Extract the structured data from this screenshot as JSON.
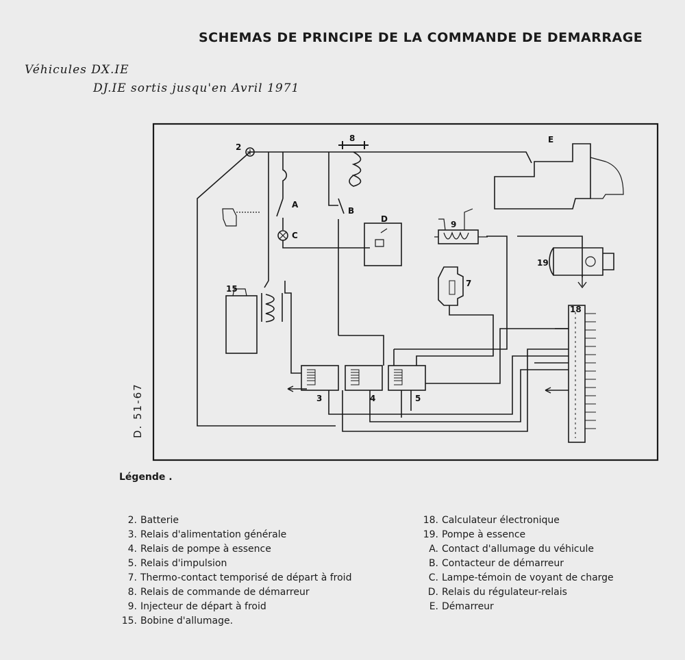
{
  "header": {
    "title": "SCHEMAS DE PRINCIPE DE LA COMMANDE DE DEMARRAGE",
    "vehicles_line1": "Véhicules DX.IE",
    "vehicles_line2": "DJ.IE sortis jusqu'en Avril 1971"
  },
  "diagram": {
    "ref": "D. 51-67",
    "labels": {
      "battery": "2",
      "relay_start": "8",
      "starter": "E",
      "switch_ignition": "A",
      "lamp": "C",
      "contact_starter": "B",
      "regulator": "D",
      "injector": "9",
      "thermo": "7",
      "pump": "19",
      "ecu": "18",
      "coil": "15",
      "relay_main": "3",
      "relay_pump": "4",
      "relay_pulse": "5"
    }
  },
  "legend": {
    "title": "Légende .",
    "left": [
      {
        "num": "2.",
        "text": "Batterie"
      },
      {
        "num": "3.",
        "text": "Relais d'alimentation générale"
      },
      {
        "num": "4.",
        "text": "Relais de pompe à essence"
      },
      {
        "num": "5.",
        "text": "Relais d'impulsion"
      },
      {
        "num": "7.",
        "text": "Thermo-contact temporisé de départ à froid"
      },
      {
        "num": "8.",
        "text": "Relais de commande de démarreur"
      },
      {
        "num": "9.",
        "text": "Injecteur de départ à froid"
      },
      {
        "num": "15.",
        "text": "Bobine d'allumage."
      }
    ],
    "right": [
      {
        "num": "18.",
        "text": "Calculateur électronique"
      },
      {
        "num": "19.",
        "text": "Pompe à essence"
      },
      {
        "num": "A.",
        "text": "Contact d'allumage du véhicule"
      },
      {
        "num": "B.",
        "text": "Contacteur de démarreur"
      },
      {
        "num": "C.",
        "text": "Lampe-témoin de voyant de charge"
      },
      {
        "num": "D.",
        "text": "Relais du régulateur-relais"
      },
      {
        "num": "E.",
        "text": "Démarreur"
      }
    ]
  }
}
